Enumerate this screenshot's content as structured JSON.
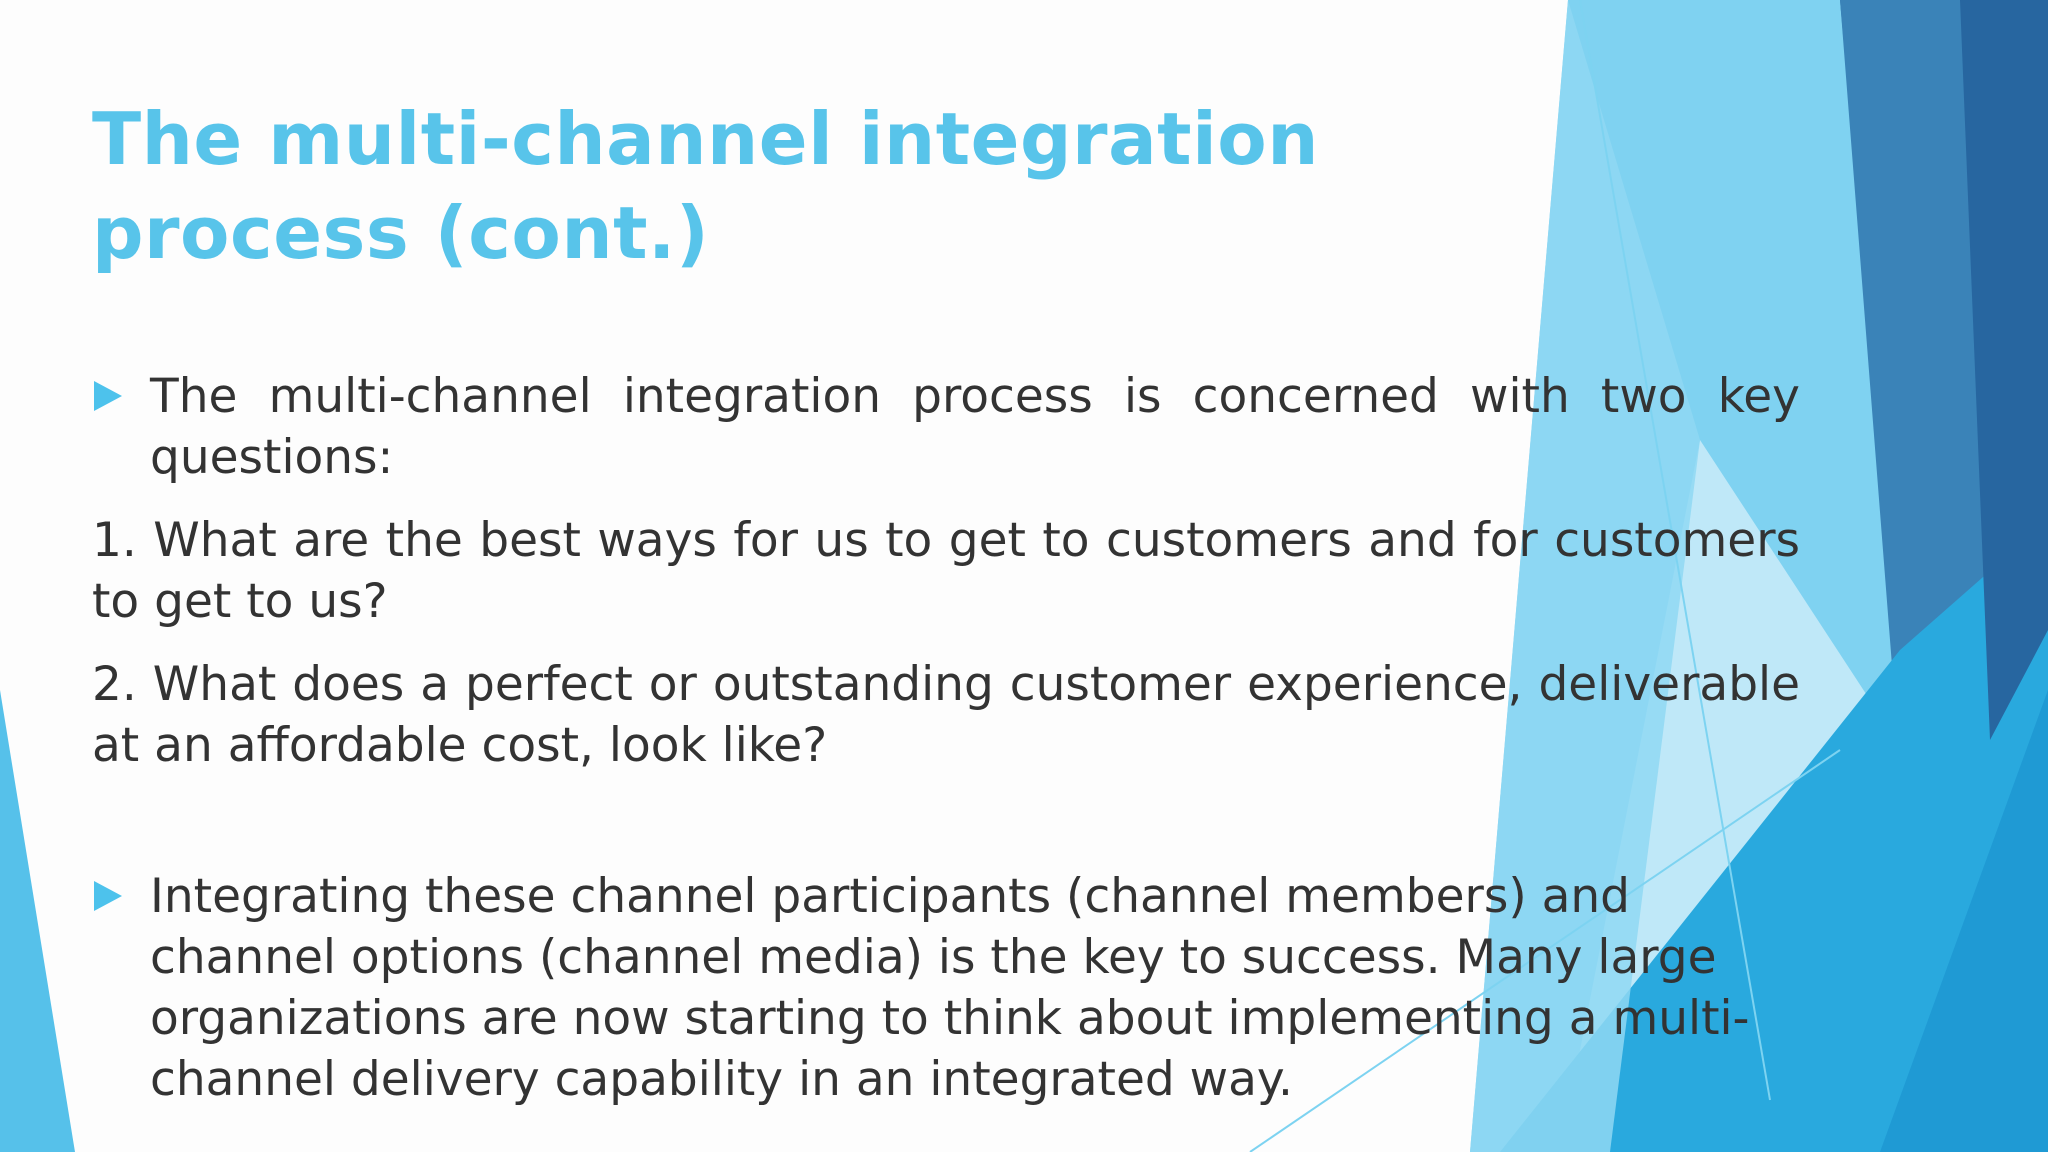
{
  "slide": {
    "title": "The multi-channel integration process (cont.)",
    "bullet_1": "The multi-channel integration process is concerned with two key questions:",
    "point_1": "1. What are the best ways for us to get to customers and for customers to get to us?",
    "point_2": "2. What does a perfect or outstanding customer experience, deliverable at an affordable cost, look like?",
    "bullet_2": "Integrating these channel participants (channel members) and channel options (channel media) is the key to success. Many large organizations are now starting to think about implementing a multi-channel delivery capability in an integrated way."
  },
  "icons": {
    "bullet": "triangle-bullet-icon"
  },
  "colors": {
    "title": "#58c4ea",
    "body_text": "#333333",
    "bullet": "#4dc2ec",
    "accent_light": "#7dd3f1",
    "accent_mid": "#2aa7dd",
    "accent_dark": "#2a6fa3"
  }
}
